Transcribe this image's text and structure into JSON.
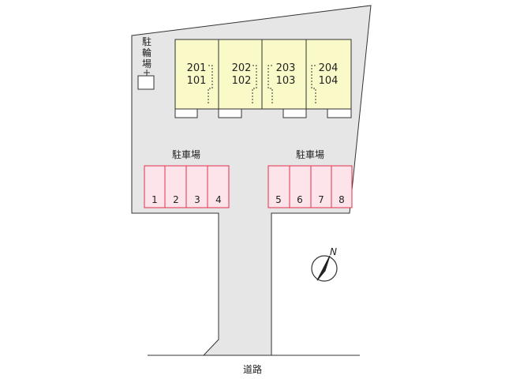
{
  "bicycle_parking": {
    "label_lines": [
      "駐",
      "輪",
      "場"
    ]
  },
  "buildings": [
    {
      "upper": "201",
      "lower": "101"
    },
    {
      "upper": "202",
      "lower": "102"
    },
    {
      "upper": "203",
      "lower": "103"
    },
    {
      "upper": "204",
      "lower": "104"
    }
  ],
  "parking_left": {
    "label": "駐車場",
    "spaces": [
      "1",
      "2",
      "3",
      "4"
    ]
  },
  "parking_right": {
    "label": "駐車場",
    "spaces": [
      "5",
      "6",
      "7",
      "8"
    ]
  },
  "compass": {
    "label": "N"
  },
  "road": {
    "label": "道路"
  },
  "colors": {
    "lot": "#e6e6e6",
    "building": "#fafac8",
    "parking_fill": "#fde4ea",
    "parking_stroke": "#e0304a",
    "outline": "#333333"
  }
}
